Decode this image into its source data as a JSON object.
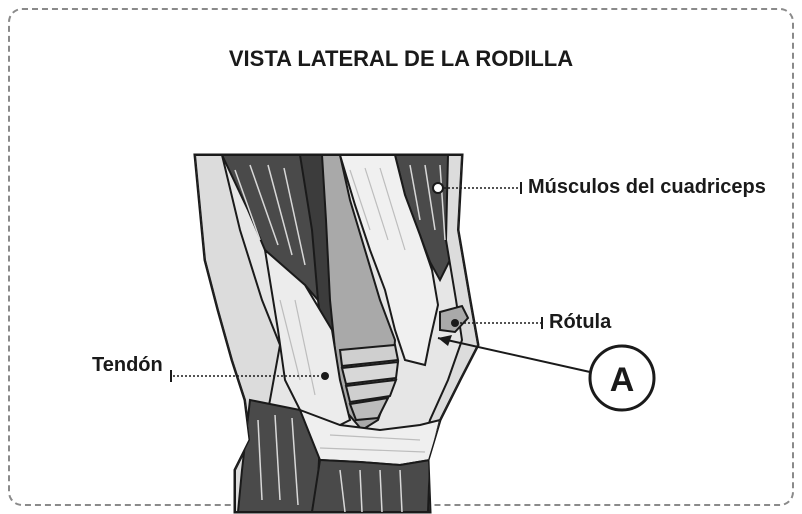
{
  "title": "VISTA LATERAL DE LA RODILLA",
  "labels": {
    "quadriceps": "Músculos del cuadriceps",
    "patella": "Rótula",
    "tendon": "Tendón",
    "callout": "A"
  },
  "colors": {
    "muscle_dark": "#4a4a4a",
    "bone_gray": "#a9a9a9",
    "tendon_light": "#e9e9e9",
    "frame": "#8a8a8a",
    "ink": "#1a1a1a"
  }
}
